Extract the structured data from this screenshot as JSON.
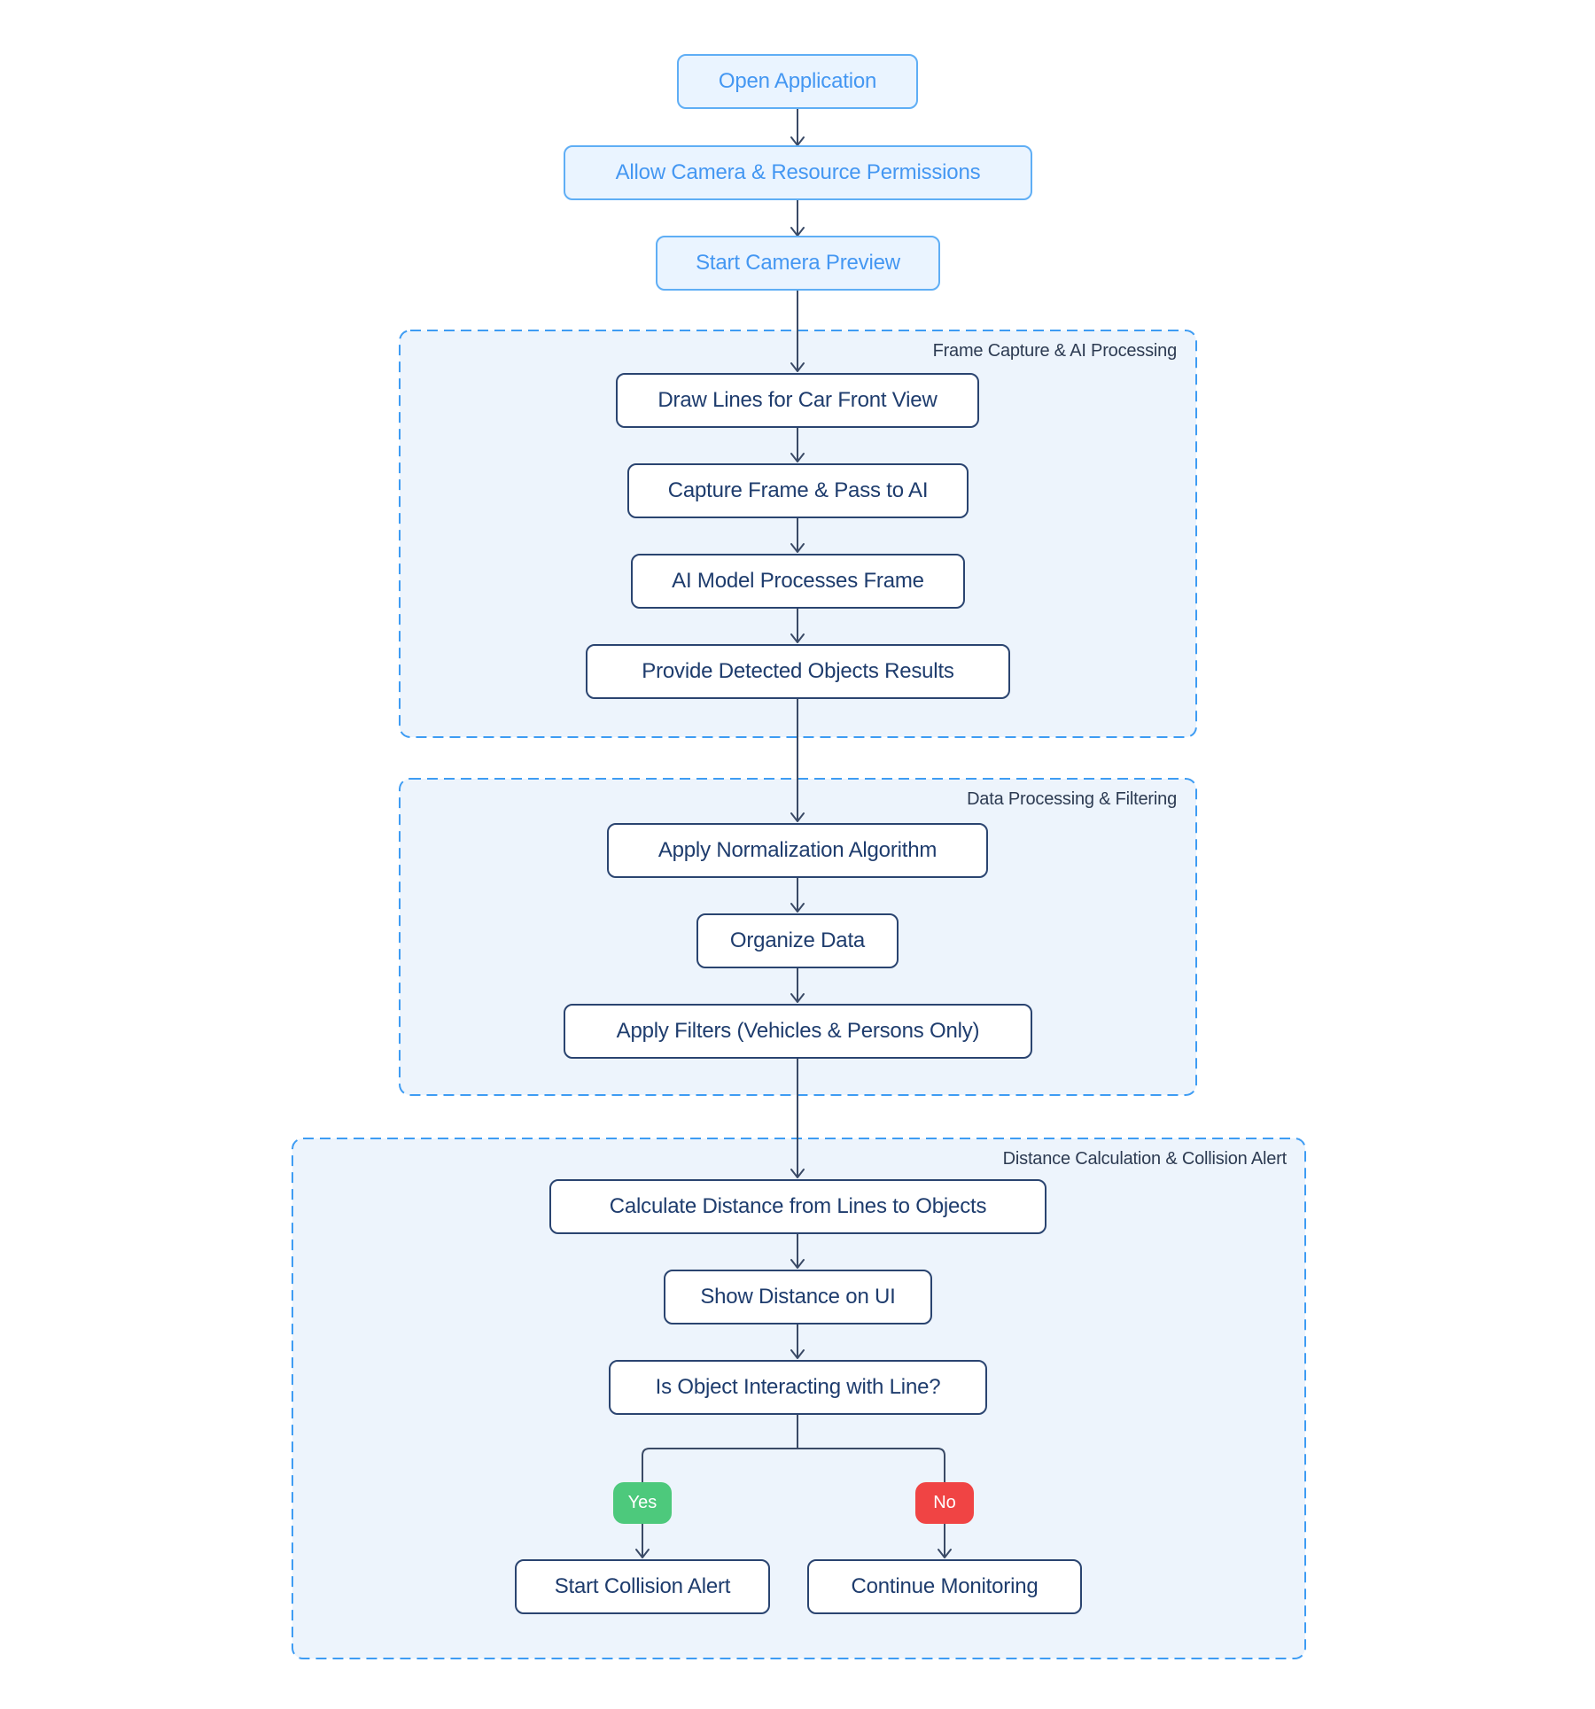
{
  "diagram": {
    "start_nodes": [
      {
        "label": "Open Application"
      },
      {
        "label": "Allow Camera & Resource Permissions"
      },
      {
        "label": "Start Camera Preview"
      }
    ],
    "groups": [
      {
        "label": "Frame Capture & AI Processing",
        "nodes": [
          {
            "label": "Draw Lines for Car Front View"
          },
          {
            "label": "Capture Frame & Pass to AI"
          },
          {
            "label": "AI Model Processes Frame"
          },
          {
            "label": "Provide Detected Objects Results"
          }
        ]
      },
      {
        "label": "Data Processing & Filtering",
        "nodes": [
          {
            "label": "Apply Normalization Algorithm"
          },
          {
            "label": "Organize Data"
          },
          {
            "label": "Apply Filters (Vehicles & Persons Only)"
          }
        ]
      },
      {
        "label": "Distance Calculation & Collision Alert",
        "nodes": [
          {
            "label": "Calculate Distance from Lines to Objects"
          },
          {
            "label": "Show Distance on UI"
          },
          {
            "label": "Is Object Interacting with Line?"
          }
        ],
        "branch": {
          "yes_label": "Yes",
          "no_label": "No",
          "yes_target": "Start Collision Alert",
          "no_target": "Continue Monitoring"
        }
      }
    ]
  },
  "colors": {
    "page_bg": "#FFFFFF",
    "blue_node_bg": "#EAF4FF",
    "blue_node_border": "#5FAEF5",
    "blue_node_text": "#4497F2",
    "white_node_bg": "#FFFFFF",
    "node_border": "#2A4470",
    "node_text": "#1E3C6D",
    "group_bg": "#EDF4FC",
    "group_border": "#3E9CF3",
    "group_label": "#2D3B52",
    "connector": "#3A4A66",
    "yes_bg": "#4DC97C",
    "no_bg": "#F04444",
    "badge_text": "#FFFFFF"
  }
}
